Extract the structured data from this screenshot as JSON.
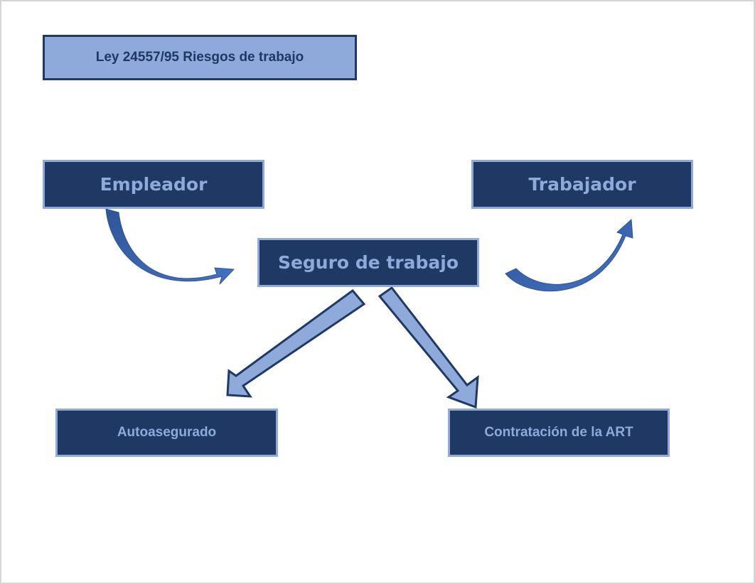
{
  "diagram": {
    "nodes": {
      "title": "Ley 24557/95 Riesgos de trabajo",
      "empleador": "Empleador",
      "trabajador": "Trabajador",
      "seguro": "Seguro de trabajo",
      "autoasegurado": "Autoasegurado",
      "art": "Contratación de la ART"
    },
    "edges": [
      {
        "from": "empleador",
        "to": "seguro",
        "style": "curved-arrow"
      },
      {
        "from": "seguro",
        "to": "trabajador",
        "style": "curved-arrow"
      },
      {
        "from": "seguro",
        "to": "autoasegurado",
        "style": "block-arrow"
      },
      {
        "from": "seguro",
        "to": "art",
        "style": "block-arrow"
      }
    ]
  },
  "colors": {
    "dark_fill": "#1f3864",
    "light_fill": "#8eaadb",
    "curved_arrow": "#4472c4"
  }
}
